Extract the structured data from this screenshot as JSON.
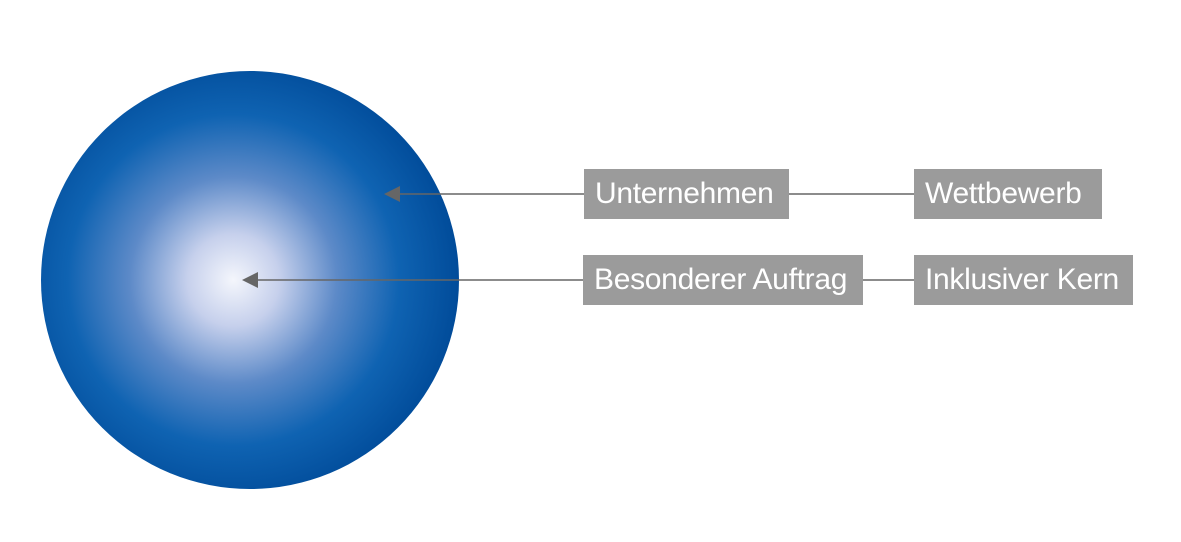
{
  "colors": {
    "sphere_center": "#f4f6fc",
    "sphere_mid": "#0f63b2",
    "sphere_edge": "#004a98",
    "label_background": "#9b9b9b",
    "label_text": "#ffffff",
    "connector": "#666666"
  },
  "labels": {
    "outer_left": "Unternehmen",
    "outer_right": "Wettbewerb",
    "inner_left": "Besonderer Auftrag",
    "inner_right": "Inklusiver Kern"
  },
  "icons": {
    "pointer": "arrow-left-icon"
  }
}
